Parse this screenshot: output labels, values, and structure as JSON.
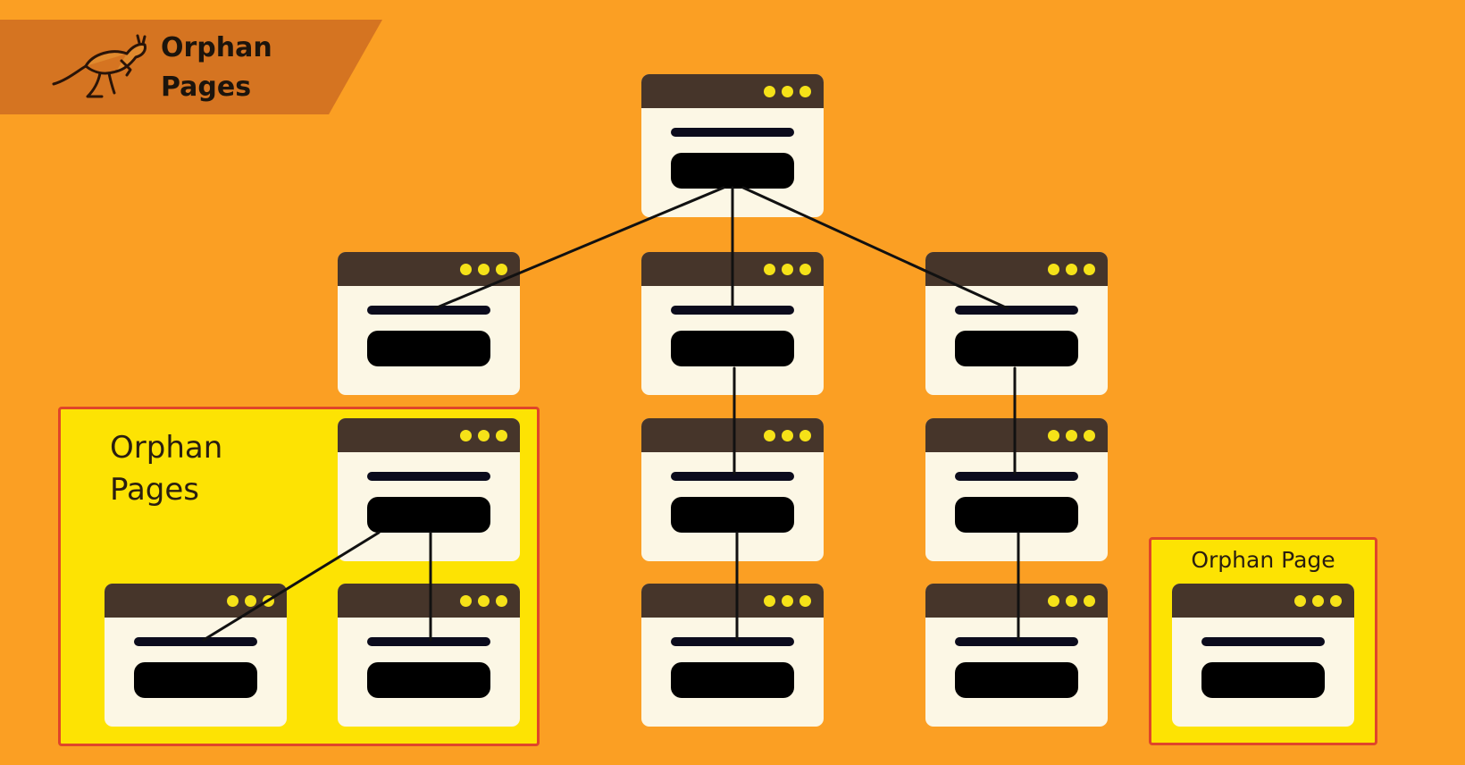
{
  "header": {
    "logo_icon": "kangaroo-icon",
    "title_line1": "Orphan",
    "title_line2": "Pages"
  },
  "orphan_group": {
    "label_line1": "Orphan",
    "label_line2": "Pages"
  },
  "orphan_single": {
    "label": "Orphan Page"
  },
  "colors": {
    "background": "#fb9f23",
    "banner": "#d57421",
    "highlight": "#fde303",
    "highlight_border": "#e0452a",
    "page_header": "#46352a",
    "page_body": "#fcf7e5",
    "dots": "#f5e218"
  }
}
